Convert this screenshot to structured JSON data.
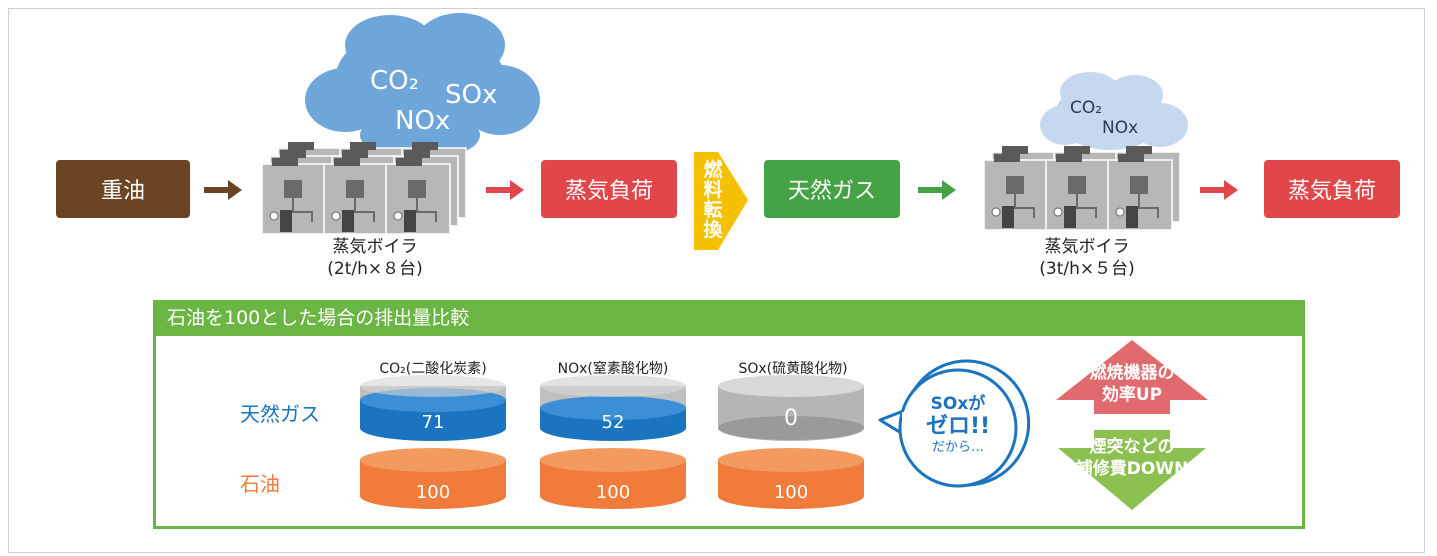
{
  "top": {
    "heavy_oil": "重油",
    "steam_load_1": "蒸気負荷",
    "fuel_switch": [
      "燃",
      "料",
      "転",
      "換"
    ],
    "natural_gas": "天然ガス",
    "steam_load_2": "蒸気負荷",
    "boiler_label_1": "蒸気ボイラ",
    "boiler_spec_1": "(2t/h×８台)",
    "boiler_label_2": "蒸気ボイラ",
    "boiler_spec_2": "(3t/h×５台)",
    "cloud_1": {
      "co2": "CO₂",
      "nox": "NOx",
      "sox": "SOx"
    },
    "cloud_2": {
      "co2": "CO₂",
      "nox": "NOx"
    }
  },
  "comparison": {
    "title": "石油を100とした場合の排出量比較",
    "columns": [
      "CO₂(二酸化炭素)",
      "NOx(窒素酸化物)",
      "SOx(硫黄酸化物)"
    ],
    "rows": [
      {
        "label": "天然ガス",
        "values": [
          "71",
          "52",
          "0"
        ]
      },
      {
        "label": "石油",
        "values": [
          "100",
          "100",
          "100"
        ]
      }
    ],
    "bubble": {
      "line1": "SOxが",
      "line2": "ゼロ!!",
      "line3": "だから…"
    },
    "up_arrow": {
      "line1": "燃焼機器の",
      "line2": "効率UP"
    },
    "down_arrow": {
      "line1": "煙突などの",
      "line2": "補修費DOWN"
    }
  },
  "colors": {
    "heavy_oil": "#6b4424",
    "steam_load": "#e0464a",
    "natural_gas": "#45a346",
    "fuel_switch": "#f5c000",
    "green": "#6bb544",
    "gas_blue": "#1a74c0",
    "oil_orange": "#f07b3a",
    "cloud_blue": "#6ea6d9"
  }
}
